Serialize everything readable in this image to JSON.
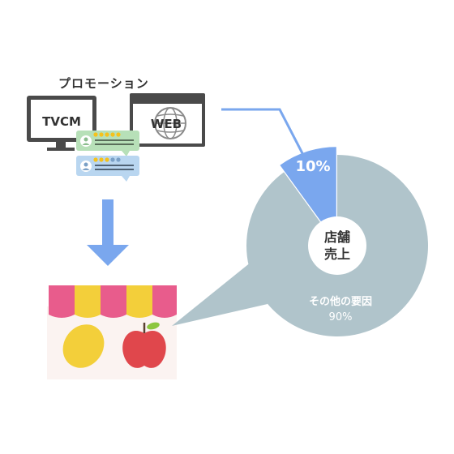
{
  "promotion": {
    "title": "プロモーション",
    "tv_label": "TVCM",
    "web_label": "WEB"
  },
  "pie": {
    "center_label_line1": "店舗",
    "center_label_line2": "売上",
    "promotion_pct": "10%",
    "other_label": "その他の要因",
    "other_pct": "90%"
  },
  "colors": {
    "blue": "#7aa7ee",
    "gray_blue": "#b0c4cb",
    "dark": "#333333",
    "pink": "#e85c8c",
    "yellow": "#f3cf3a",
    "red_apple": "#e0474c",
    "green_leaf": "#8dc63f"
  },
  "chart_data": {
    "type": "pie",
    "categories": [
      "プロモーション",
      "その他の要因"
    ],
    "values": [
      10,
      90
    ]
  }
}
